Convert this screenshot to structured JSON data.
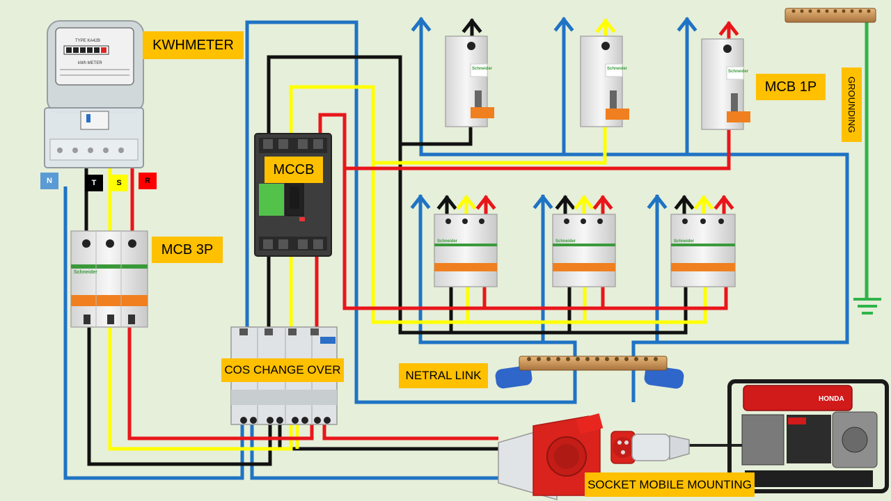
{
  "labels": {
    "kwhmeter": "KWHMETER",
    "mccb": "MCCB",
    "mcb3p": "MCB 3P",
    "mcb1p": "MCB 1P",
    "cos": "COS CHANGE OVER",
    "netral_link": "NETRAL LINK",
    "socket": "SOCKET MOBILE MOUNTING",
    "grounding": "GROUNDING"
  },
  "phase_tags": [
    {
      "text": "N",
      "color": "#5b9bd5"
    },
    {
      "text": "T",
      "color": "#000000"
    },
    {
      "text": "S",
      "color": "#ffff00"
    },
    {
      "text": "R",
      "color": "#ff0000"
    }
  ],
  "device_text": {
    "brand": "Schneider",
    "generator_brand": "HONDA",
    "meter_title": "TYPE KA42B",
    "meter_unit": "kWh METER"
  },
  "colors": {
    "neutral": "#1f73c4",
    "phase_t": "#111111",
    "phase_s": "#ffff00",
    "phase_r": "#e8161b",
    "ground": "#2fb44a",
    "label_bg": "#ffc000",
    "background": "#e6efd9"
  }
}
